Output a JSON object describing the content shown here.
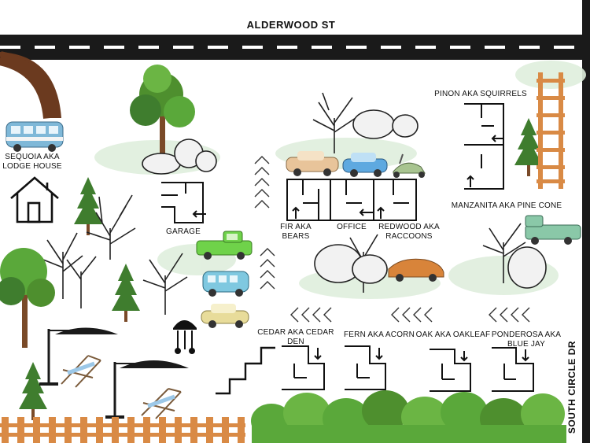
{
  "streets": {
    "top": "ALDERWOOD ST",
    "side": "SOUTH  CIRCLE DR"
  },
  "labels": {
    "sequoia": "SEQUOIA AKA LODGE HOUSE",
    "garage": "GARAGE",
    "fir": "FIR AKA BEARS",
    "office": "OFFICE",
    "redwood": "REDWOOD  AKA RACCOONS",
    "pinon": "PINON AKA SQUIRRELS",
    "manzanita": "MANZANITA AKA PINE CONE",
    "cedar": "CEDAR AKA CEDAR DEN",
    "fern": "FERN AKA ACORN",
    "oak": "OAK AKA OAKLEAF",
    "ponderosa": "PONDEROSA AKA BLUE JAY"
  },
  "icons": {
    "lodge": "house-icon",
    "grill": "grill-icon",
    "umbrella": "patio-umbrella-icon",
    "chair": "lounge-chair-icon",
    "direction_up": "chevron-up-icon",
    "direction_left": "chevron-left-icon",
    "entry": "arrow-icon",
    "vehicles": "vehicle-icon",
    "trees": "tree-icon",
    "rocks": "boulder-icon",
    "fence": "fence-icon",
    "stairs": "stairs-icon",
    "hedge": "hedge-icon"
  },
  "colors": {
    "road": "#1a1a1a",
    "road_dash": "#ffffff",
    "driveway": "#6b3a1f",
    "fence": "#d98a45",
    "tree_green": "#3f7d2e",
    "hedge_green": "#5aa83a",
    "van_blue": "#7fb8d8",
    "car_tan": "#e8c49a",
    "car_blue": "#5ea9e0",
    "truck_green": "#6fd24a",
    "car_orange": "#d8843a",
    "car_yellow": "#e8dc9a",
    "scooter": "#a8c490"
  }
}
